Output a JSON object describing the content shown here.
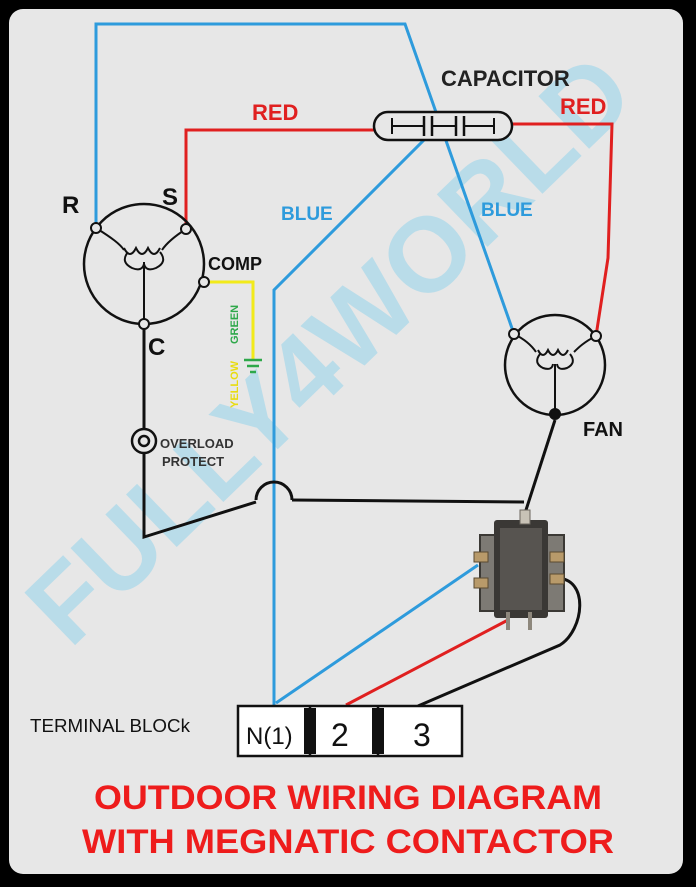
{
  "labels": {
    "capacitor": "CAPACITOR",
    "red_left": "RED",
    "red_right": "RED",
    "blue_left": "BLUE",
    "blue_right": "BLUE",
    "r": "R",
    "s": "S",
    "c": "C",
    "comp": "COMP",
    "green": "GREEN",
    "yellow": "YELLOW",
    "overload": "OVERLOAD",
    "protect": "PROTECT",
    "fan": "FAN",
    "terminal_block": "TERMINAL BLOCk",
    "terminal_1": "N(1)",
    "terminal_2": "2",
    "terminal_3": "3"
  },
  "title": {
    "line1": "OUTDOOR WIRING DIAGRAM",
    "line2": "WITH MEGNATIC CONTACTOR"
  },
  "watermark": "FULLY4WORLD",
  "colors": {
    "red_wire": "#e02020",
    "blue_wire": "#2e9bdc",
    "black_wire": "#111111",
    "yellow_wire": "#f2ea1a",
    "ground_green": "#2ea84a",
    "title_red": "#ee1c1c",
    "watermark": "#a9d8ea"
  }
}
